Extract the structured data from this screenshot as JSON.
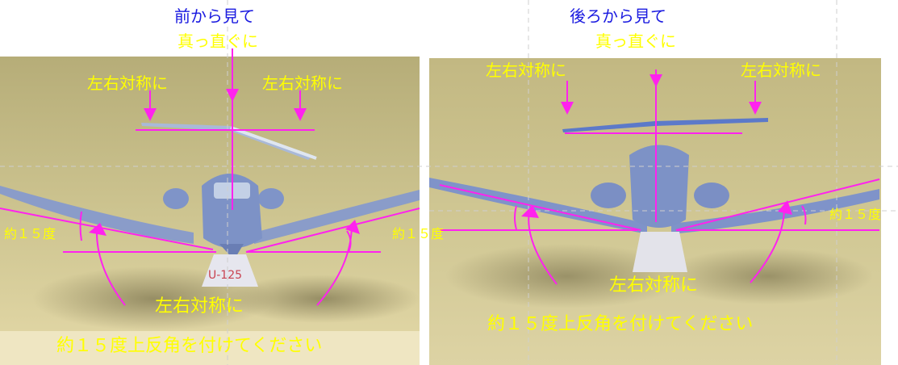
{
  "headings": {
    "front": "前から見て",
    "rear": "後ろから見て"
  },
  "front": {
    "straight": "真っ直ぐに",
    "sym_left": "左右対称に",
    "sym_right": "左右対称に",
    "angle_left": "約１５度",
    "angle_right": "約１５度",
    "sym_bottom": "左右対称に",
    "instruction": "約１５度上反角を付けてください",
    "tail_number": "U-125"
  },
  "rear": {
    "straight": "真っ直ぐに",
    "sym_left": "左右対称に",
    "sym_right": "左右対称に",
    "angle_right": "約１５度",
    "sym_bottom": "左右対称に",
    "instruction": "約１５度上反角を付けてください"
  },
  "colors": {
    "heading": "#1a1ae0",
    "label": "#ffff00",
    "guide_line": "#ff22ee",
    "background_card": "#c9c08a",
    "aircraft_body": "#8fa3d6"
  }
}
